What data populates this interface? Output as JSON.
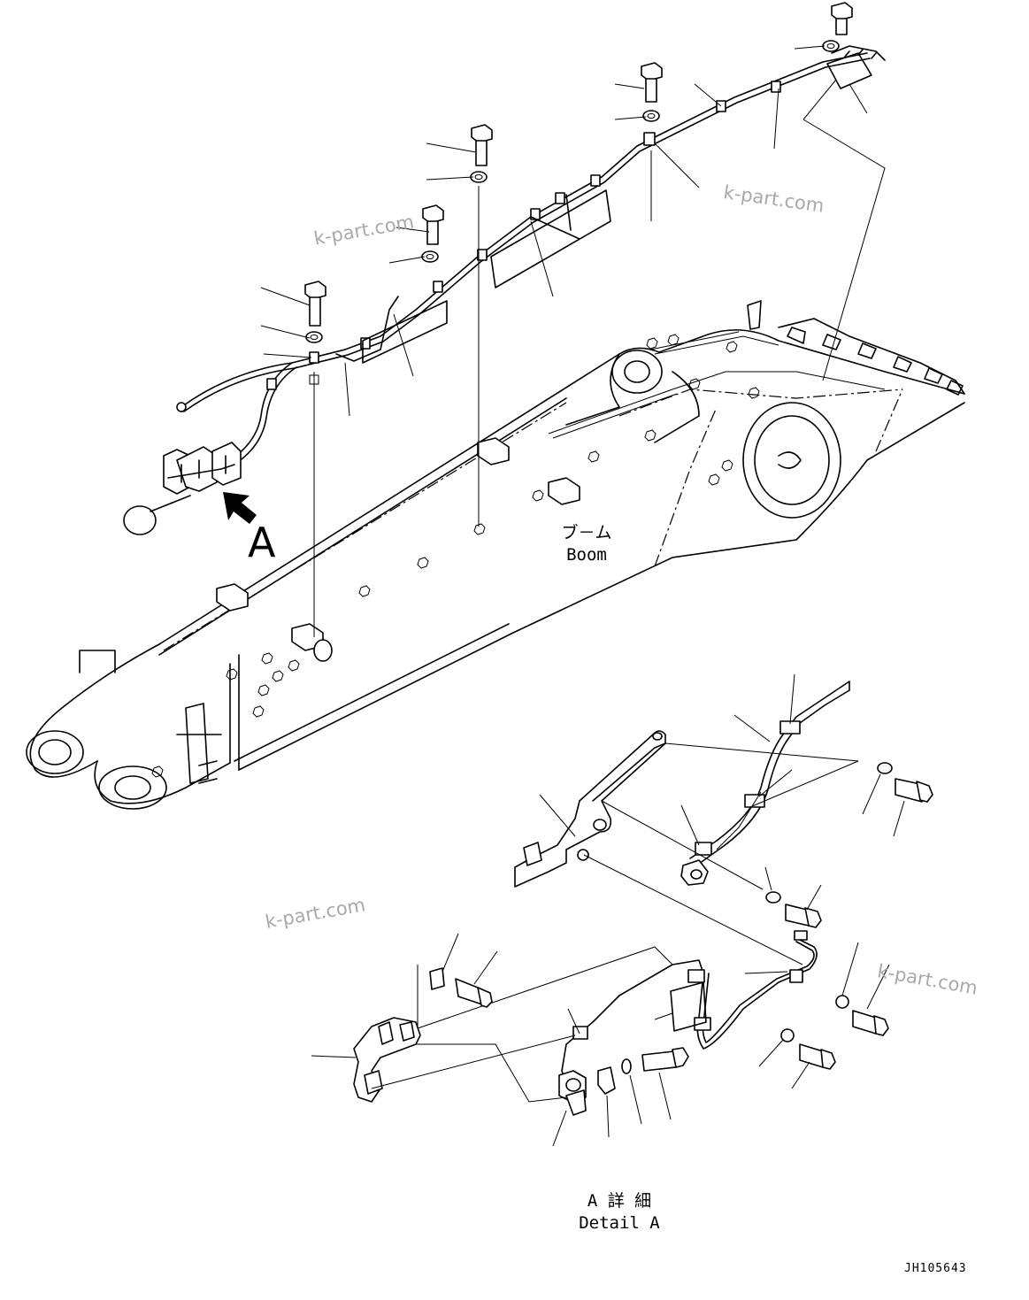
{
  "labels": {
    "boom_jp": "ブ－ム",
    "boom_en": "Boom",
    "view_marker": "A",
    "detail_jp": "A 詳 細",
    "detail_en": "Detail A",
    "drawing_code": "JH105643"
  },
  "watermarks": [
    "k-part.com",
    "k-part.com",
    "k-part.com",
    "k-part.com"
  ],
  "icons": [
    "view-arrow-icon"
  ]
}
